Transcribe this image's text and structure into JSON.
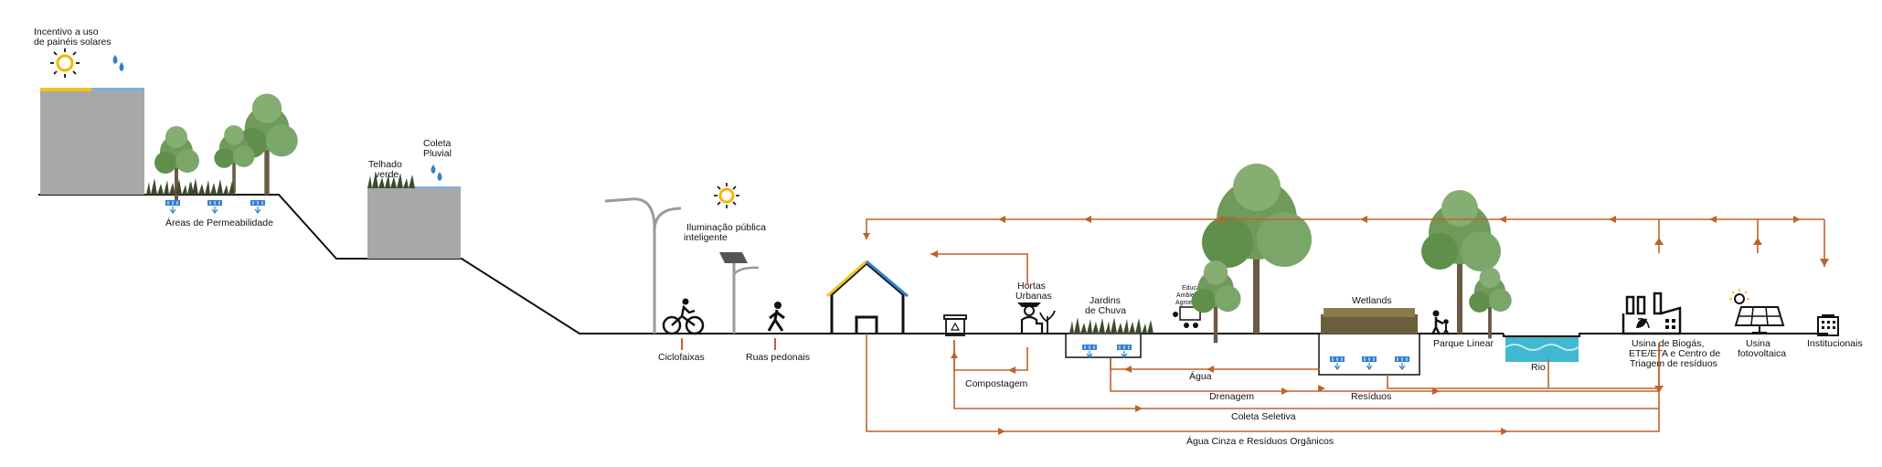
{
  "labels": {
    "solar_incentive_1": "Incentivo a uso",
    "solar_incentive_2": "de painéis solares",
    "permeability": "Áreas de Permeabilidade",
    "green_roof_1": "Telhado",
    "green_roof_2": "verde",
    "rain_collection_1": "Coleta",
    "rain_collection_2": "Pluvial",
    "smart_lighting_1": "Iluminação pública",
    "smart_lighting_2": "inteligente",
    "bike_lanes": "Ciclofaixas",
    "pedestrian_streets": "Ruas pedonais",
    "urban_gardens_1": "Hortas",
    "urban_gardens_2": "Urbanas",
    "rain_gardens_1": "Jardins",
    "rain_gardens_2": "de Chuva",
    "env_education_1": "Educação",
    "env_education_2": "Ambiental e",
    "env_education_3": "Agroecológica",
    "wetlands": "Wetlands",
    "linear_park": "Parque Linear",
    "river": "Rio",
    "biogas_1": "Usina de Biogás,",
    "biogas_2": "ETE/ETA e Centro de",
    "biogas_3": "Triagem de resíduos",
    "solar_plant_1": "Usina",
    "solar_plant_2": "fotovoltaica",
    "institutional": "Institucionais"
  },
  "flows": {
    "compost": "Compostagem",
    "water": "Água",
    "drainage": "Drenagem",
    "waste": "Resíduos",
    "selective": "Coleta Seletiva",
    "greywater": "Água Cinza   e Resíduos Orgânicos"
  },
  "colors": {
    "flow": "#c0622d",
    "terrain": "#111111",
    "building": "#a6a8aa",
    "solar_yellow": "#f2c21b",
    "water_blue": "#2f7fd1",
    "river_cyan": "#3fb8d0",
    "tree_green": "#5f8f4a"
  },
  "icons": [
    "sun-icon",
    "water-drops-icon",
    "drain-icon",
    "cyclist-icon",
    "pedestrian-icon",
    "streetlight-icon",
    "solar-lamp-icon",
    "house-icon",
    "recycling-bin-icon",
    "gardener-icon",
    "education-icon",
    "family-icon",
    "factory-icon",
    "solar-panel-icon",
    "building-icon"
  ]
}
